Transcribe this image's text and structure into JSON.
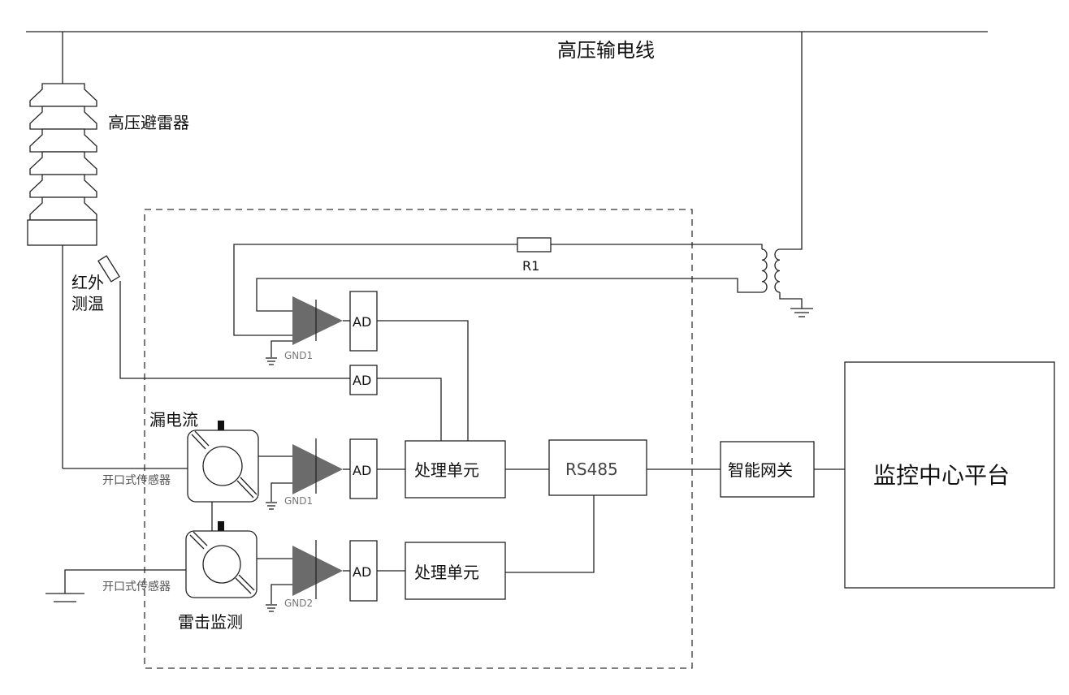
{
  "labels": {
    "hv_line": "高压输电线",
    "arrester": "高压避雷器",
    "infrared_1": "红外",
    "infrared_2": "测温",
    "leakage": "漏电流",
    "sensor_1": "开口式传感器",
    "sensor_2": "开口式传感器",
    "lightning": "雷击监测",
    "resistor": "R1",
    "ad_1": "AD",
    "ad_2": "AD",
    "ad_3": "AD",
    "ad_4": "AD",
    "gnd_1": "GND1",
    "gnd_2": "GND1",
    "gnd_3": "GND2",
    "proc_1": "处理单元",
    "proc_2": "处理单元",
    "rs485": "RS485",
    "gateway": "智能网关",
    "platform": "监控中心平台"
  }
}
